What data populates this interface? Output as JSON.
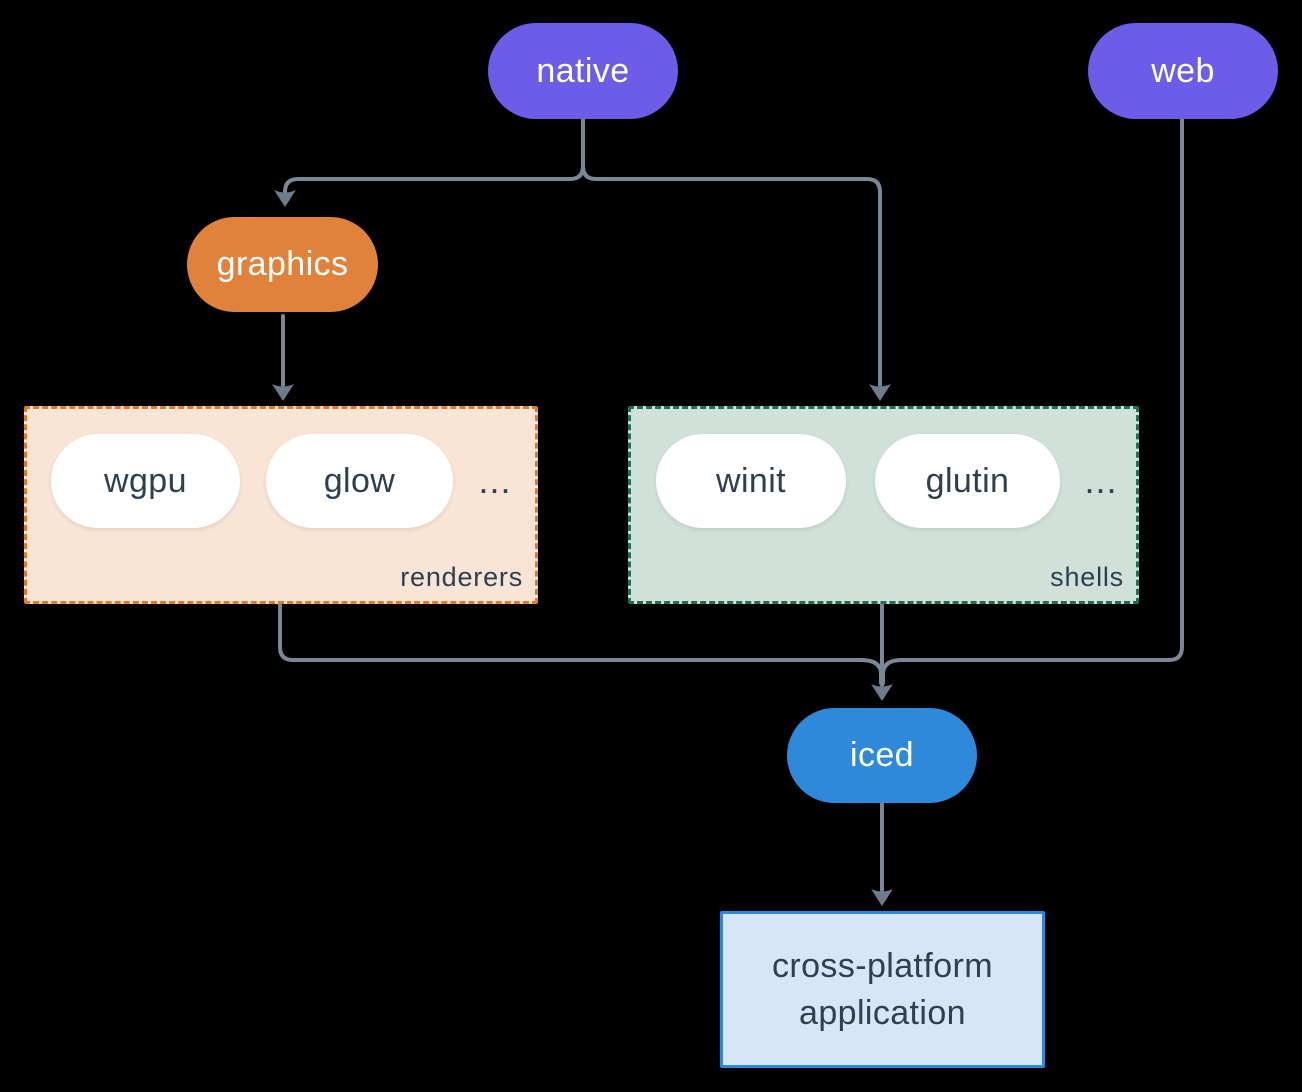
{
  "diagram": {
    "background_color": "#000000",
    "connector_color": "#7a8795",
    "arrowhead_color": "#6d7c8b",
    "nodes": {
      "native": {
        "label": "native",
        "color": "#6c5ce7",
        "text_color": "#ffffff"
      },
      "web": {
        "label": "web",
        "color": "#6c5ce7",
        "text_color": "#ffffff"
      },
      "graphics": {
        "label": "graphics",
        "color": "#e0823c",
        "text_color": "#ffffff"
      },
      "iced": {
        "label": "iced",
        "color": "#2e89db",
        "text_color": "#ffffff"
      },
      "application": {
        "lines": [
          "cross-platform",
          "application"
        ],
        "fill": "#d5e6f8",
        "border": "#2e89db",
        "text_color": "#2e4050"
      }
    },
    "groups": {
      "renderers": {
        "label": "renderers",
        "fill": "#f8e5d6",
        "border": "#e07c28",
        "items": [
          {
            "label": "wgpu"
          },
          {
            "label": "glow"
          }
        ],
        "more": "...",
        "item_fill": "#ffffff",
        "item_text_color": "#2e4050"
      },
      "shells": {
        "label": "shells",
        "fill": "#d0e1d9",
        "border": "#1e6f5c",
        "items": [
          {
            "label": "winit"
          },
          {
            "label": "glutin"
          }
        ],
        "more": "...",
        "item_fill": "#ffffff",
        "item_text_color": "#2e4050"
      }
    },
    "edges": [
      "native -> graphics",
      "native -> shells",
      "graphics -> renderers",
      "renderers -> iced",
      "shells -> iced",
      "web -> iced",
      "iced -> application"
    ]
  }
}
